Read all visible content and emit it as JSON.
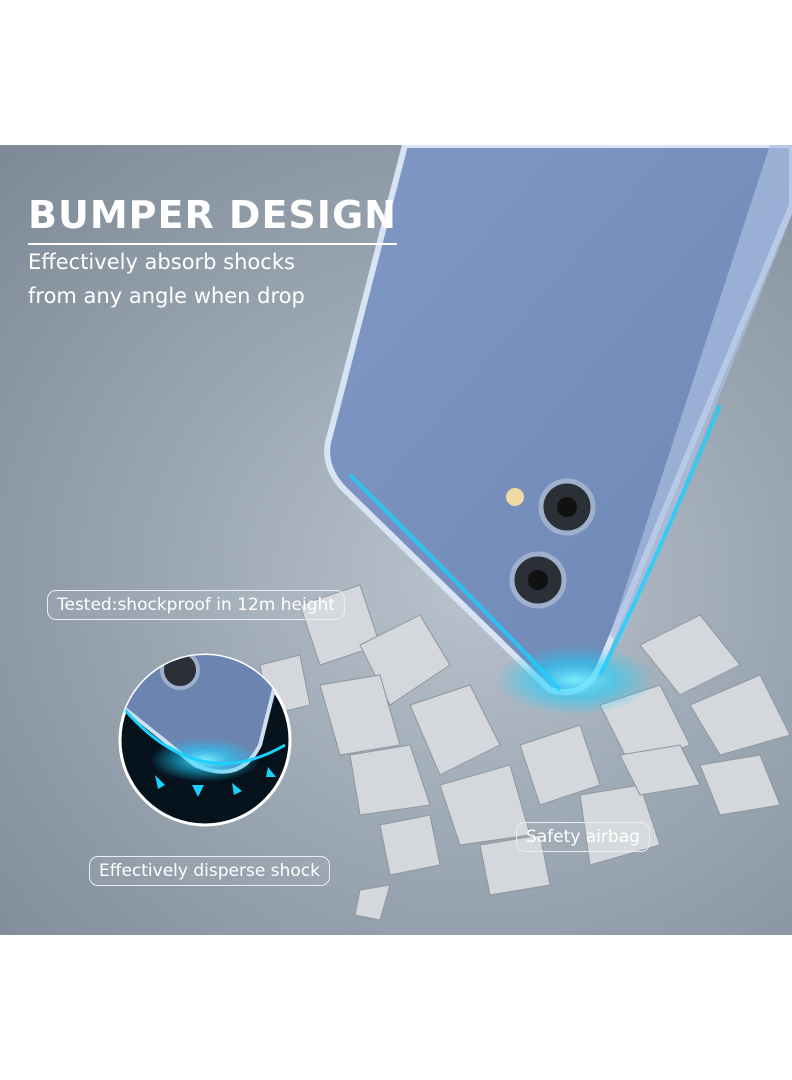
{
  "heading": {
    "title": "BUMPER DESIGN",
    "subtitle": "Effectively absorb shocks from any angle when drop"
  },
  "callouts": {
    "tested": "Tested:shockproof in 12m height",
    "airbag": "Safety airbag",
    "disperse": "Effectively disperse shock"
  },
  "colors": {
    "phone_back": "#7790bf",
    "glow": "#1ad0ff",
    "background": "#9ba7b3",
    "shard": "#d6d9dc"
  }
}
